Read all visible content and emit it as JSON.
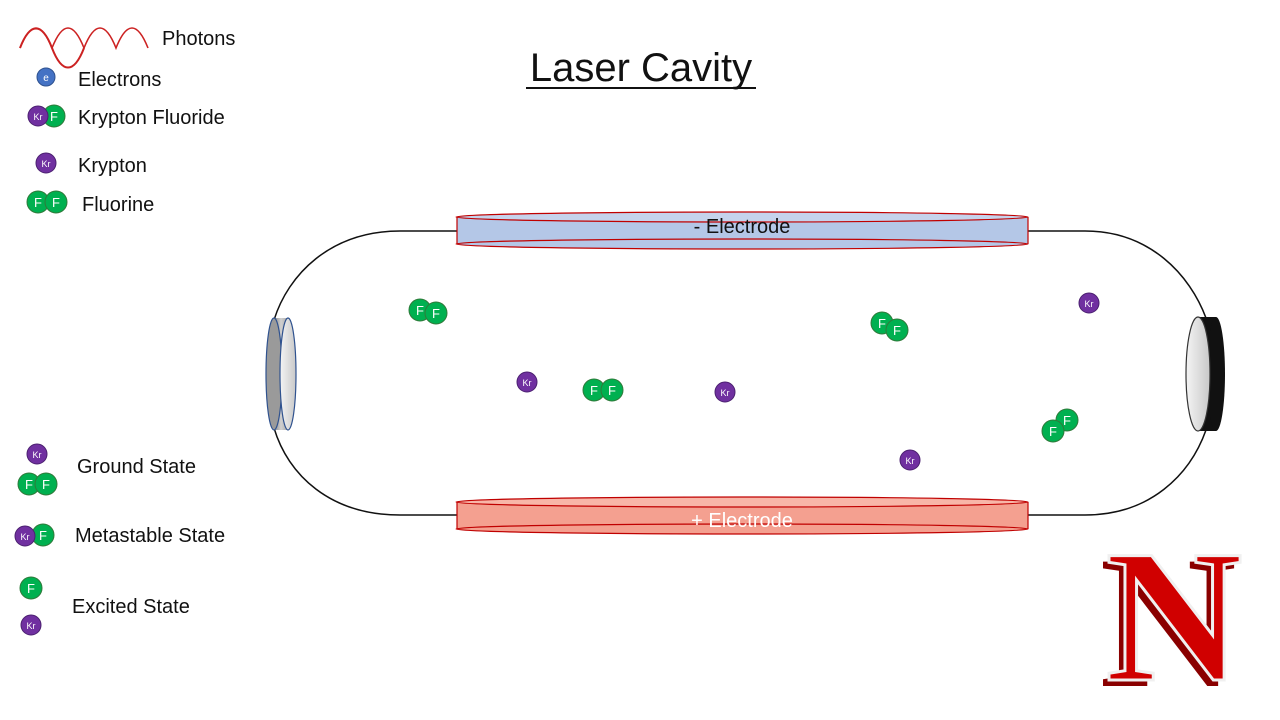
{
  "title": "Laser Cavity",
  "legend_top": {
    "photons": "Photons",
    "electrons": "Electrons",
    "krypton_fluoride": "Krypton Fluoride",
    "krypton": "Krypton",
    "fluorine": "Fluorine"
  },
  "legend_bottom": {
    "ground_state": "Ground State",
    "metastable_state": "Metastable State",
    "excited_state": "Excited State"
  },
  "electrodes": {
    "negative": "- Electrode",
    "positive": "+ Electrode"
  },
  "symbols": {
    "electron": "e",
    "krypton": "Kr",
    "fluorine": "F"
  },
  "logo": {
    "letter": "N"
  },
  "colors": {
    "photon_wave": "#cc2222",
    "electron": "#4472c4",
    "krypton": "#7030a0",
    "fluorine": "#00b050",
    "negative_electrode": "#b4c7e7",
    "positive_electrode": "#f4a090",
    "electrode_border": "#c00000",
    "logo_red": "#d00000"
  }
}
